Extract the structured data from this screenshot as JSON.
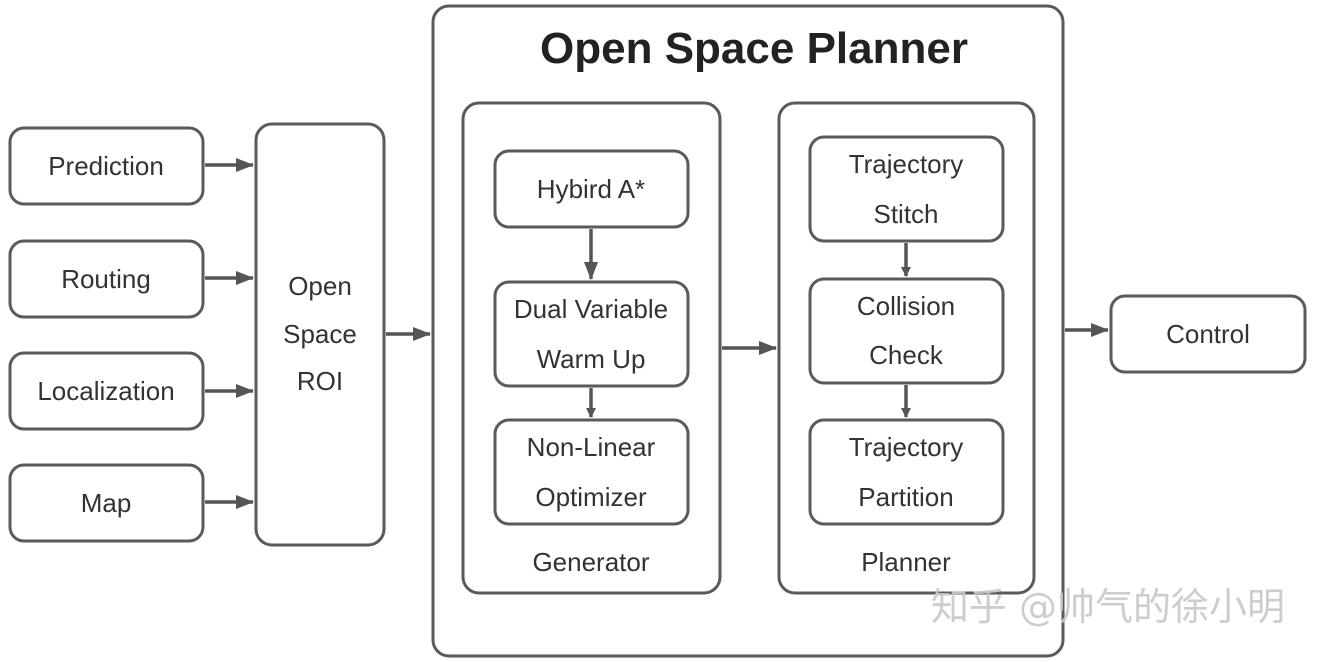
{
  "inputs": {
    "prediction": "Prediction",
    "routing": "Routing",
    "localization": "Localization",
    "map": "Map"
  },
  "roi": {
    "line1": "Open",
    "line2": "Space",
    "line3": "ROI"
  },
  "planner_outer": {
    "title": "Open Space Planner"
  },
  "generator": {
    "label": "Generator",
    "hybrid": "Hybird A*",
    "dual_line1": "Dual Variable",
    "dual_line2": "Warm Up",
    "nonlinear_line1": "Non-Linear",
    "nonlinear_line2": "Optimizer"
  },
  "planner": {
    "label": "Planner",
    "stitch_line1": "Trajectory",
    "stitch_line2": "Stitch",
    "collision_line1": "Collision",
    "collision_line2": "Check",
    "partition_line1": "Trajectory",
    "partition_line2": "Partition"
  },
  "control": "Control",
  "watermark": "知乎 @帅气的徐小明",
  "colors": {
    "border": "#5a5a5a",
    "arrow": "#555555",
    "text": "#333333"
  }
}
